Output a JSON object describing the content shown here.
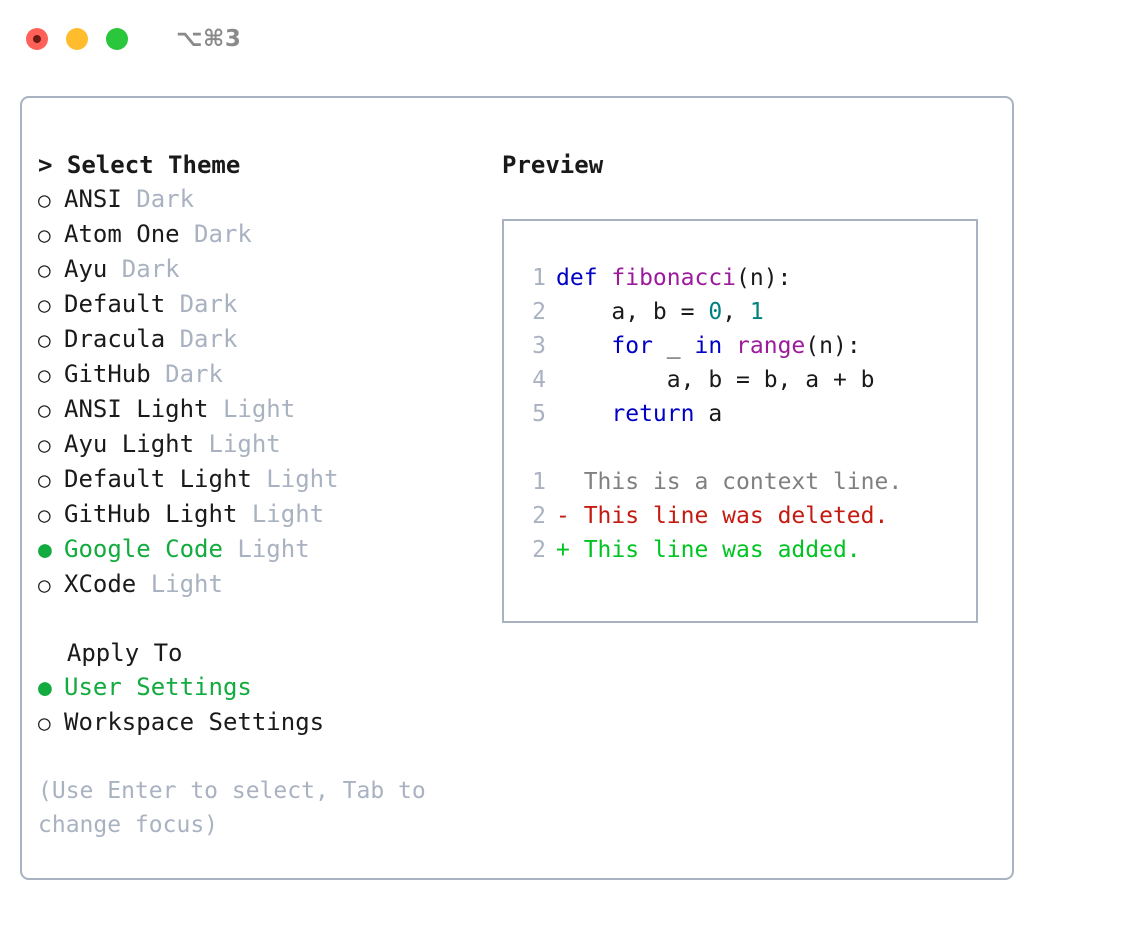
{
  "window": {
    "title": "⌥⌘3",
    "traffic_lights": [
      "close-red",
      "minimize-yellow",
      "maximize-green"
    ]
  },
  "theme_picker": {
    "header": "> Select Theme",
    "selected_bullet": "●",
    "unselected_bullet": "○",
    "accent_color": "#12ab3f",
    "tag_color": "#a9b2c1",
    "options": [
      {
        "name": "ANSI",
        "tag": " Dark",
        "selected": false
      },
      {
        "name": "Atom One",
        "tag": " Dark",
        "selected": false
      },
      {
        "name": "Ayu",
        "tag": " Dark",
        "selected": false
      },
      {
        "name": "Default",
        "tag": " Dark",
        "selected": false
      },
      {
        "name": "Dracula",
        "tag": " Dark",
        "selected": false
      },
      {
        "name": "GitHub",
        "tag": " Dark",
        "selected": false
      },
      {
        "name": "ANSI Light",
        "tag": " Light",
        "selected": false
      },
      {
        "name": "Ayu Light",
        "tag": " Light",
        "selected": false
      },
      {
        "name": "Default Light",
        "tag": " Light",
        "selected": false
      },
      {
        "name": "GitHub Light",
        "tag": " Light",
        "selected": false
      },
      {
        "name": "Google Code",
        "tag": " Light",
        "selected": true
      },
      {
        "name": "XCode",
        "tag": " Light",
        "selected": false
      }
    ]
  },
  "apply_to": {
    "header": "  Apply To",
    "options": [
      {
        "name": "User Settings",
        "selected": true
      },
      {
        "name": "Workspace Settings",
        "selected": false
      }
    ]
  },
  "hint": "(Use Enter to select, Tab to change focus)",
  "preview": {
    "title": "Preview",
    "code_lines": [
      {
        "num": "1",
        "segments": [
          {
            "t": "def ",
            "c": "kw"
          },
          {
            "t": "fibonacci",
            "c": "fn"
          },
          {
            "t": "(n):",
            "c": "plain"
          }
        ]
      },
      {
        "num": "2",
        "segments": [
          {
            "t": "    a, b = ",
            "c": "plain"
          },
          {
            "t": "0",
            "c": "num"
          },
          {
            "t": ", ",
            "c": "plain"
          },
          {
            "t": "1",
            "c": "num"
          }
        ]
      },
      {
        "num": "3",
        "segments": [
          {
            "t": "    ",
            "c": "plain"
          },
          {
            "t": "for",
            "c": "kw"
          },
          {
            "t": " _ ",
            "c": "plain"
          },
          {
            "t": "in",
            "c": "kw"
          },
          {
            "t": " ",
            "c": "plain"
          },
          {
            "t": "range",
            "c": "fn"
          },
          {
            "t": "(n):",
            "c": "plain"
          }
        ]
      },
      {
        "num": "4",
        "segments": [
          {
            "t": "        a, b = b, a + b",
            "c": "plain"
          }
        ]
      },
      {
        "num": "5",
        "segments": [
          {
            "t": "    ",
            "c": "plain"
          },
          {
            "t": "return",
            "c": "kw"
          },
          {
            "t": " a",
            "c": "plain"
          }
        ]
      }
    ],
    "diff_lines": [
      {
        "num": "1",
        "marker": "  ",
        "text": "This is a context line.",
        "kind": "ctx"
      },
      {
        "num": "2",
        "marker": "- ",
        "text": "This line was deleted.",
        "kind": "del"
      },
      {
        "num": "2",
        "marker": "+ ",
        "text": "This line was added.",
        "kind": "add"
      }
    ]
  }
}
